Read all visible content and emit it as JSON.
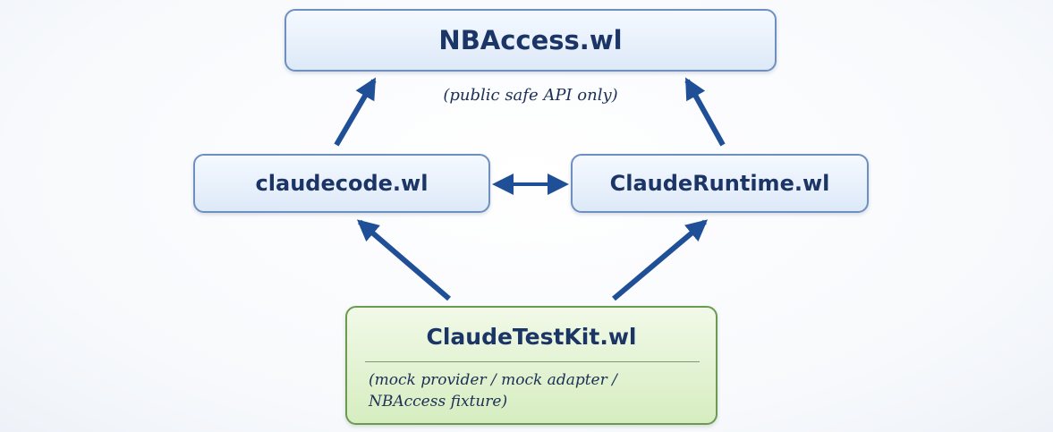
{
  "nodes": {
    "nbaccess": {
      "label": "NBAccess.wl"
    },
    "claudecode": {
      "label": "claudecode.wl"
    },
    "runtime": {
      "label": "ClaudeRuntime.wl"
    },
    "testkit": {
      "label": "ClaudeTestKit.wl",
      "note_line1": "(mock provider / mock adapter /",
      "note_line2": "NBAccess fixture)"
    }
  },
  "caption": "(public safe API only)",
  "colors": {
    "arrow": "#1f4f97",
    "blue_border": "#6f8fbf",
    "green_border": "#6c9a52",
    "text": "#1b3566"
  }
}
